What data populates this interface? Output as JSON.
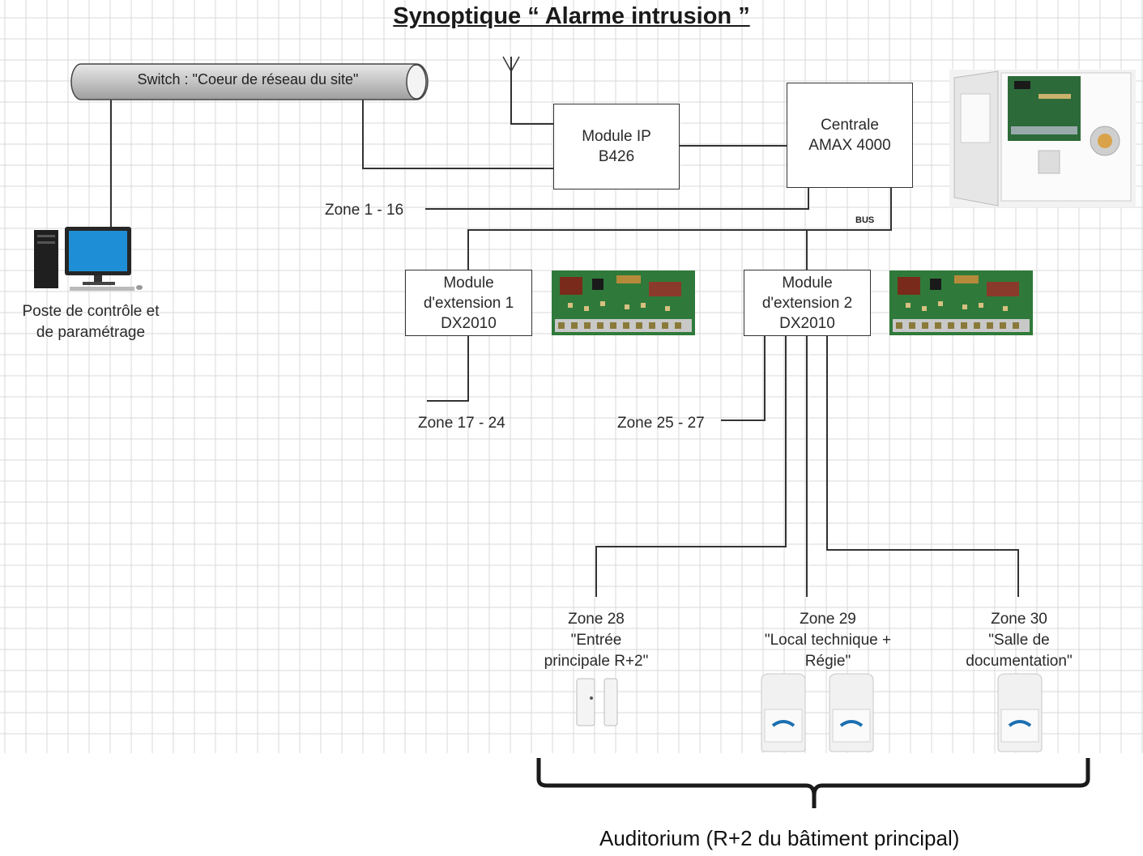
{
  "title": "Synoptique “ Alarme intrusion ”",
  "switch": {
    "label": "Switch : \"Coeur de réseau du site\""
  },
  "workstation": {
    "label_line1": "Poste de contrôle et",
    "label_line2": "de paramétrage"
  },
  "module_ip": {
    "line1": "Module IP",
    "line2": "B426"
  },
  "centrale": {
    "line1": "Centrale",
    "line2": "AMAX 4000"
  },
  "bus_label": "BUS",
  "ext1": {
    "line1": "Module",
    "line2": "d'extension 1",
    "line3": "DX2010"
  },
  "ext2": {
    "line1": "Module",
    "line2": "d'extension 2",
    "line3": "DX2010"
  },
  "zones": {
    "z1_16": "Zone 1 - 16",
    "z17_24": "Zone 17 - 24",
    "z25_27": "Zone 25 - 27",
    "z28": {
      "line1": "Zone 28",
      "line2": "\"Entrée",
      "line3": "principale R+2\""
    },
    "z29": {
      "line1": "Zone 29",
      "line2": "\"Local technique +",
      "line3": "Régie\""
    },
    "z30": {
      "line1": "Zone 30",
      "line2": "\"Salle de",
      "line3": "documentation\""
    }
  },
  "caption": "Auditorium (R+2 du bâtiment principal)",
  "icons": [
    "antenna-icon",
    "computer-icon",
    "panel-photo",
    "circuit-board-photo",
    "door-contact-photo",
    "motion-detector-photo"
  ],
  "colors": {
    "grid": "#d9d9d9",
    "wire": "#333333",
    "monitor": "#1e8fd6",
    "board": "#2f7a3a",
    "detector_accent": "#1b6fb0"
  }
}
